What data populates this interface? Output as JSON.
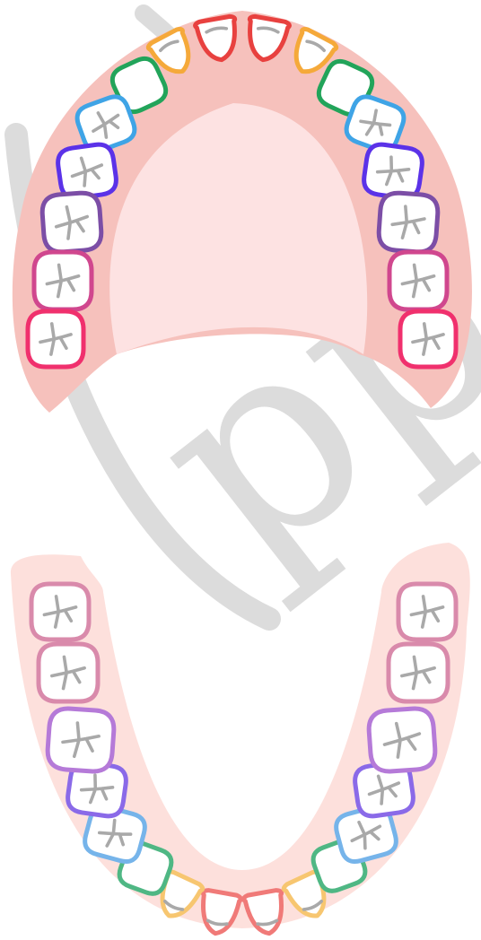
{
  "diagram": {
    "colors": {
      "upper_gum": "#f6c1bc",
      "upper_palate": "#fde2e2",
      "lower_gum": "#fde0dc",
      "watermark": "#dcdcdc",
      "groove": "#a9a9a9"
    },
    "watermark": {
      "text": "pp",
      "opacity": 1
    },
    "upper_teeth": [
      {
        "name": "upper-right-central-incisor",
        "type": "incisor",
        "color": "#e8413f"
      },
      {
        "name": "upper-left-central-incisor",
        "type": "incisor",
        "color": "#e8413f"
      },
      {
        "name": "upper-right-lateral-incisor",
        "type": "incisor",
        "color": "#f5a93a"
      },
      {
        "name": "upper-left-lateral-incisor",
        "type": "incisor",
        "color": "#f5a93a"
      },
      {
        "name": "upper-right-canine",
        "type": "canine",
        "color": "#22a45a"
      },
      {
        "name": "upper-left-canine",
        "type": "canine",
        "color": "#22a45a"
      },
      {
        "name": "upper-right-first-molar-d",
        "type": "molar",
        "color": "#3fa4e6"
      },
      {
        "name": "upper-left-first-molar-d",
        "type": "molar",
        "color": "#3fa4e6"
      },
      {
        "name": "upper-right-second-molar-e",
        "type": "molar",
        "color": "#5b32e8"
      },
      {
        "name": "upper-left-second-molar-e",
        "type": "molar",
        "color": "#5b32e8"
      },
      {
        "name": "upper-right-premolar-1",
        "type": "molar",
        "color": "#7c4ea6"
      },
      {
        "name": "upper-left-premolar-1",
        "type": "molar",
        "color": "#7c4ea6"
      },
      {
        "name": "upper-right-premolar-2",
        "type": "molar",
        "color": "#d0478e"
      },
      {
        "name": "upper-left-premolar-2",
        "type": "molar",
        "color": "#d0478e"
      },
      {
        "name": "upper-right-first-molar",
        "type": "molar",
        "color": "#f0306d"
      },
      {
        "name": "upper-left-first-molar",
        "type": "molar",
        "color": "#f0306d"
      }
    ],
    "lower_teeth": [
      {
        "name": "lower-right-central-incisor",
        "type": "incisor",
        "color": "#f07a78"
      },
      {
        "name": "lower-left-central-incisor",
        "type": "incisor",
        "color": "#f07a78"
      },
      {
        "name": "lower-right-lateral-incisor",
        "type": "incisor",
        "color": "#f7c670"
      },
      {
        "name": "lower-left-lateral-incisor",
        "type": "incisor",
        "color": "#f7c670"
      },
      {
        "name": "lower-right-canine",
        "type": "canine",
        "color": "#4fb784"
      },
      {
        "name": "lower-left-canine",
        "type": "canine",
        "color": "#4fb784"
      },
      {
        "name": "lower-right-first-molar-d",
        "type": "molar",
        "color": "#76b4ea"
      },
      {
        "name": "lower-left-first-molar-d",
        "type": "molar",
        "color": "#76b4ea"
      },
      {
        "name": "lower-right-second-molar-e",
        "type": "molar",
        "color": "#8a6ae8"
      },
      {
        "name": "lower-left-second-molar-e",
        "type": "molar",
        "color": "#8a6ae8"
      },
      {
        "name": "lower-right-premolar-1",
        "type": "molar",
        "color": "#b57ad8"
      },
      {
        "name": "lower-left-premolar-1",
        "type": "molar",
        "color": "#b57ad8"
      },
      {
        "name": "lower-right-premolar-2",
        "type": "molar",
        "color": "#d98aab"
      },
      {
        "name": "lower-left-premolar-2",
        "type": "molar",
        "color": "#d98aab"
      },
      {
        "name": "lower-right-first-molar",
        "type": "molar",
        "color": "#d98aab"
      },
      {
        "name": "lower-left-first-molar",
        "type": "molar",
        "color": "#d98aab"
      }
    ]
  }
}
